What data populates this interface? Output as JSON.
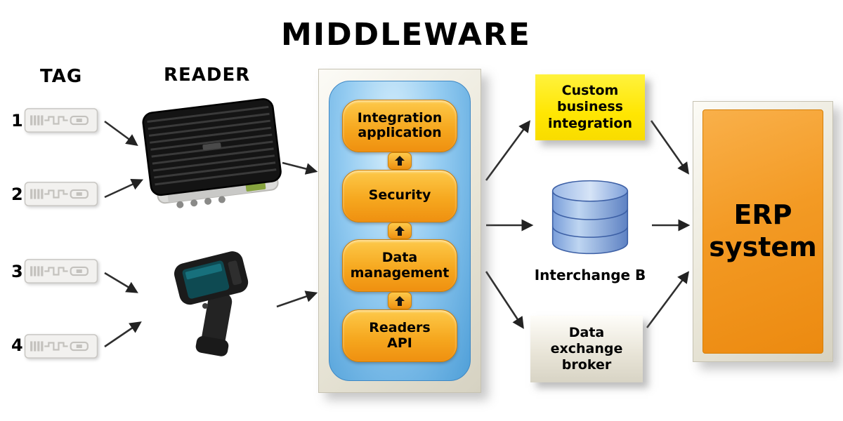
{
  "title": "MIDDLEWARE",
  "columns": {
    "tag": "TAG",
    "reader": "READER"
  },
  "tags": [
    {
      "number": "1"
    },
    {
      "number": "2"
    },
    {
      "number": "3"
    },
    {
      "number": "4"
    }
  ],
  "icons": {
    "tag": "rfid-tag-icon",
    "fixed_reader": "fixed-rfid-reader-icon",
    "handheld_reader": "handheld-rfid-reader-icon",
    "database": "database-cylinder-icon",
    "up_arrow": "up-arrow-icon"
  },
  "middleware": {
    "layers": [
      {
        "label": "Integration application",
        "lines": [
          "Integration",
          "application"
        ]
      },
      {
        "label": "Security",
        "lines": [
          "Security"
        ]
      },
      {
        "label": "Data management",
        "lines": [
          "Data",
          "management"
        ]
      },
      {
        "label": "Readers API",
        "lines": [
          "Readers",
          "API"
        ]
      }
    ]
  },
  "integrations": {
    "custom": {
      "label": "Custom business integration",
      "lines": [
        "Custom",
        "business",
        "integration"
      ]
    },
    "interchange": {
      "label": "Interchange B"
    },
    "broker": {
      "label": "Data exchange broker",
      "lines": [
        "Data",
        "exchange",
        "broker"
      ]
    }
  },
  "erp": {
    "label": "ERP system",
    "lines": [
      "ERP",
      "system"
    ]
  },
  "colors": {
    "layer_orange": "#f6a81f",
    "erp_orange": "#f39a24",
    "panel_blue": "#93cbf1",
    "frame_beige": "#e9e6d8",
    "highlight_yellow": "#ffe602",
    "database_blue": "#6d95d6",
    "arrow_dark": "#2f2f2f"
  }
}
